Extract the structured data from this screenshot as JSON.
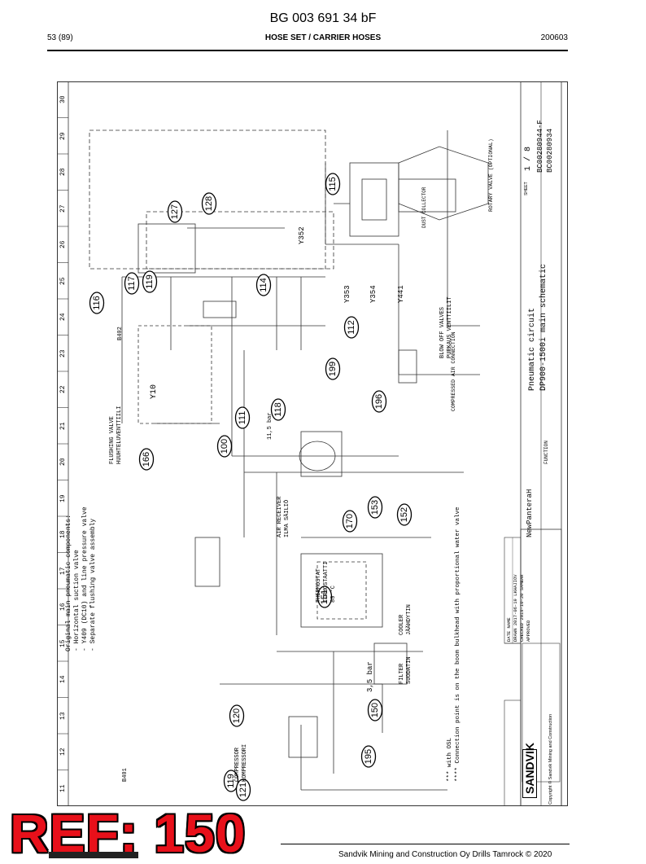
{
  "document": {
    "title": "BG 003 691 34 bF",
    "page": "53 (89)",
    "section": "HOSE SET / CARRIER HOSES",
    "date": "200603",
    "ref_stamp": "REF: 150",
    "footer": "Sandvik Mining and Construction Oy Drills Tamrock © 2020"
  },
  "frame": {
    "columns": [
      "11",
      "12",
      "13",
      "14",
      "15",
      "16",
      "17",
      "18",
      "19",
      "20",
      "21",
      "22",
      "23",
      "24",
      "25",
      "26",
      "27",
      "28",
      "29",
      "30"
    ]
  },
  "callouts": [
    {
      "n": "116"
    },
    {
      "n": "117"
    },
    {
      "n": "119"
    },
    {
      "n": "127"
    },
    {
      "n": "128"
    },
    {
      "n": "114"
    },
    {
      "n": "115"
    },
    {
      "n": "112"
    },
    {
      "n": "199"
    },
    {
      "n": "196"
    },
    {
      "n": "111"
    },
    {
      "n": "118"
    },
    {
      "n": "100"
    },
    {
      "n": "166"
    },
    {
      "n": "170"
    },
    {
      "n": "153"
    },
    {
      "n": "152"
    },
    {
      "n": "151"
    },
    {
      "n": "150"
    },
    {
      "n": "120"
    },
    {
      "n": "195"
    },
    {
      "n": "119"
    },
    {
      "n": "121"
    }
  ],
  "labels": {
    "flushing_valve": "FLUSHING VALVE",
    "flushing_valve_fi": "HUUHTELUVENTTIILI",
    "air_receiver": "AIR RECEIVER",
    "air_receiver_fi": "ILMA SÄILIÖ",
    "blow_off": "BLOW OFF VALVES",
    "blow_off_fi": "PURKAUS VENTTIILIT",
    "compressed": "COMPRESSED AIR CONNECTION",
    "thermostat": "THERMOSTAT",
    "thermostat_fi": "TERMOSTAATTI",
    "thermostat_val": "80 °C",
    "cooler": "COOLER",
    "cooler_fi": "JÄÄHDYTIN",
    "filter": "FILTER",
    "filter_fi": "SUODATIN",
    "compressor": "COMPRESSOR",
    "compressor_fi": "KOMPRESSORI",
    "rotary_valve": "ROTARY VALVE (OPTIONAL)",
    "dust_collector": "DUST COLLECTOR",
    "bar_35": "3,5 bar",
    "bar_115": "11,5 bar",
    "y10": "Y10",
    "y352": "Y352",
    "y353": "Y353",
    "y354": "Y354",
    "y441": "Y441",
    "b402": "B402",
    "b401": "B401",
    "notes_title": "Original main pneumatic components:",
    "note1": "- Horizontal suction valve",
    "note2": "- Y409 (DC10) and line pressure valve",
    "note3": "- Separate flushing valve assembly",
    "note_osl": "*** with OSL",
    "note_bulkhead": "**** Connection point is on the boom bulkhead with proportional water valve"
  },
  "title_block": {
    "logo": "SANDVIK",
    "company": "Copyright © Sandvik Mining and Construction",
    "drawn": "DRAWN",
    "checked": "CHECKED",
    "approved": "APPROVED",
    "date_h": "DATE",
    "name_h": "NAME",
    "date1": "2017-06-19",
    "date2": "2018-10-20",
    "name1": "LKHAJIOV",
    "name2": "SAMBAR",
    "project": "NewPanteraH",
    "function_h": "FUNCTION",
    "sheet_title1": "Pneumatic circuit",
    "sheet_title2": "DP900-1500i main schematic",
    "sheet_no": "1 / 8",
    "doc_no1": "BC00280944-F",
    "doc_no2": "BC00280934",
    "sheet_h": "SHEET"
  }
}
